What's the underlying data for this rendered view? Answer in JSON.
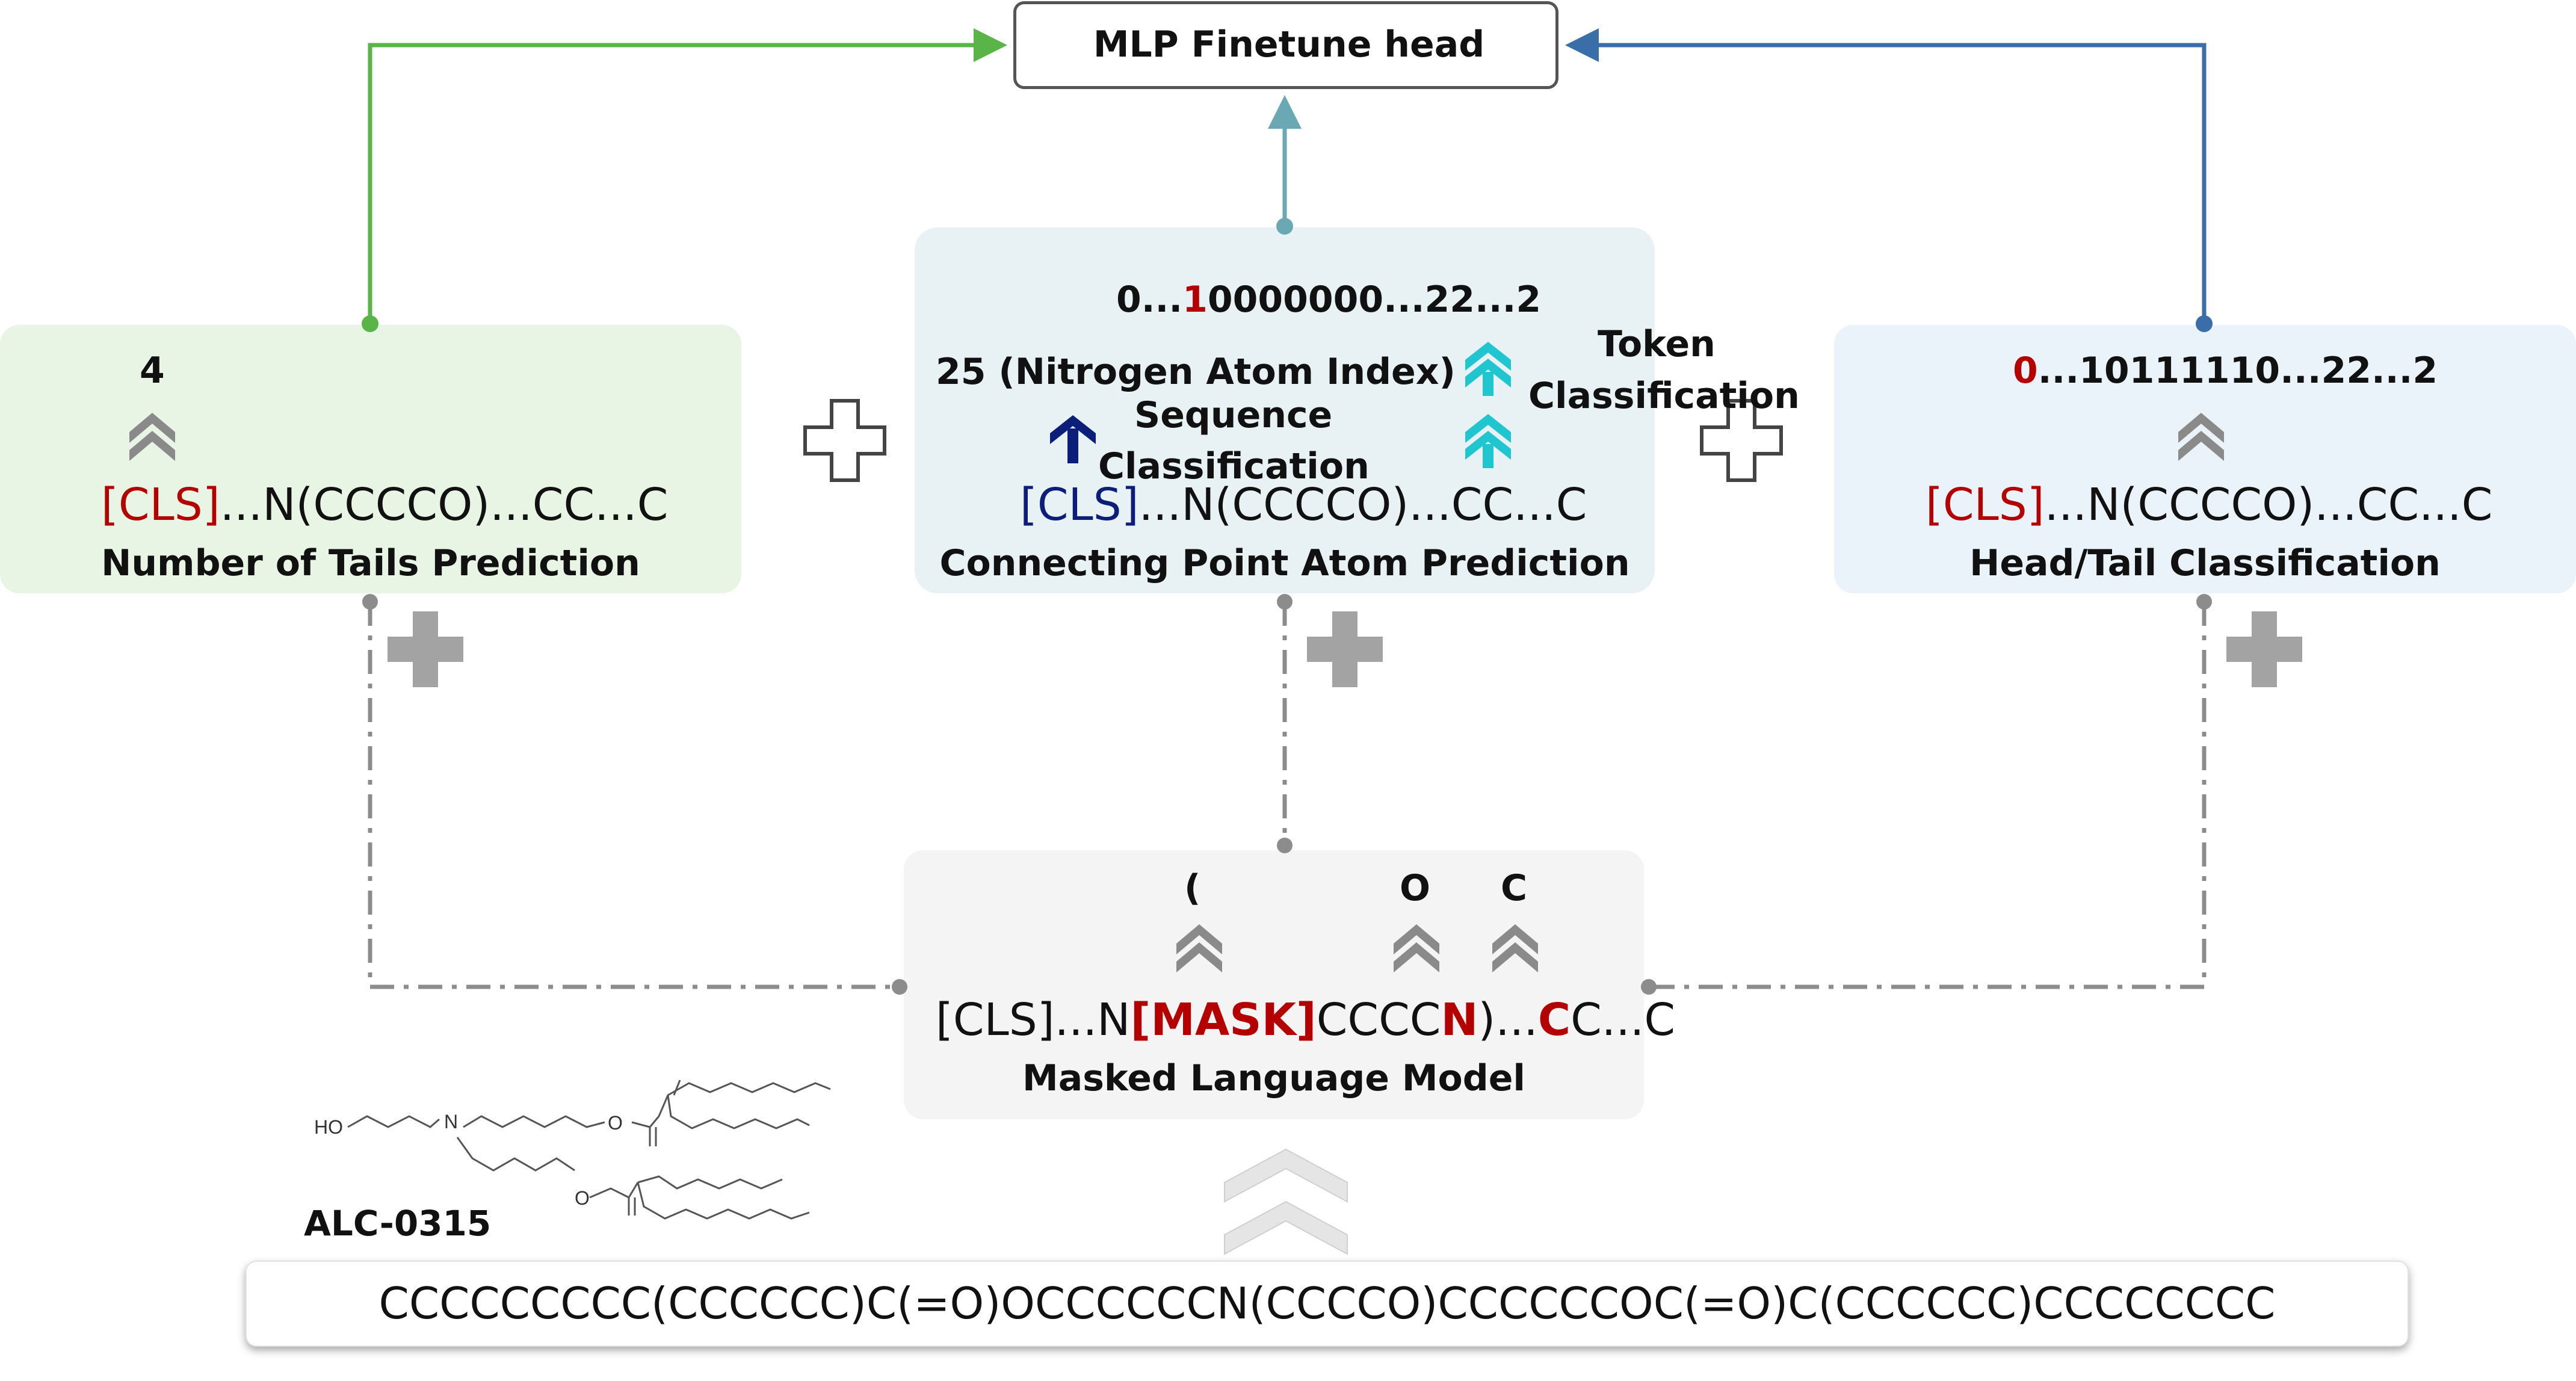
{
  "mlp_head": {
    "label": "MLP Finetune head"
  },
  "tails": {
    "output": "4",
    "seq_cls": "[CLS]",
    "seq_rest": "...N(CCCCO)...CC...C",
    "label": "Number of Tails Prediction"
  },
  "connecting": {
    "output_a": "0...",
    "output_b": "1",
    "output_c": "0000000...22...2",
    "seq_class_line1": "25 (Nitrogen Atom Index)",
    "seq_class_line2": "Sequence",
    "seq_class_line3": "Classification",
    "token_class_line1": "Token",
    "token_class_line2": "Classification",
    "seq_cls": "[CLS]",
    "seq_rest": "...N(CCCCO)...CC...C",
    "label": "Connecting Point Atom Prediction"
  },
  "headtail": {
    "output_a": "0",
    "output_b": "...10111110...22...2",
    "seq_cls": "[CLS]",
    "seq_rest": "...N(CCCCO)...CC...C",
    "label": "Head/Tail Classification"
  },
  "mlm": {
    "pred_1": "(",
    "pred_2": "O",
    "pred_3": "C",
    "seq_a": "[CLS]...N",
    "seq_mask": "[MASK]",
    "seq_b": "CCCC",
    "seq_n": "N",
    "seq_c": ")...",
    "seq_c2": "C",
    "seq_d": "C...C",
    "label": "Masked Language Model"
  },
  "molecule": {
    "name": "ALC-0315",
    "atom_ho": "HO",
    "atom_n": "N",
    "atom_o": "O"
  },
  "smiles": {
    "text": "CCCCCCCCC(CCCCCC)C(=O)OCCCCCCN(CCCCO)CCCCCCOC(=O)C(CCCCCC)CCCCCCCC"
  },
  "colors": {
    "green_wire": "#5ab548",
    "teal_wire": "#6aa9b4",
    "blue_wire": "#3a6ea8",
    "grey_wire": "#8c8c8c",
    "red_token": "#b50000",
    "navy_text": "#0b1f7a",
    "cyan_text": "#1fc6cf",
    "green_box": "#e8f5e5",
    "teal_box": "#e8f1f4",
    "blue_box": "#eaf2fa",
    "grey_box": "#f4f4f4"
  },
  "icons": [
    "plus-outline-icon",
    "plus-solid-icon",
    "double-chevron-up-icon",
    "single-chevron-up-icon",
    "large-chevron-up-icon"
  ]
}
